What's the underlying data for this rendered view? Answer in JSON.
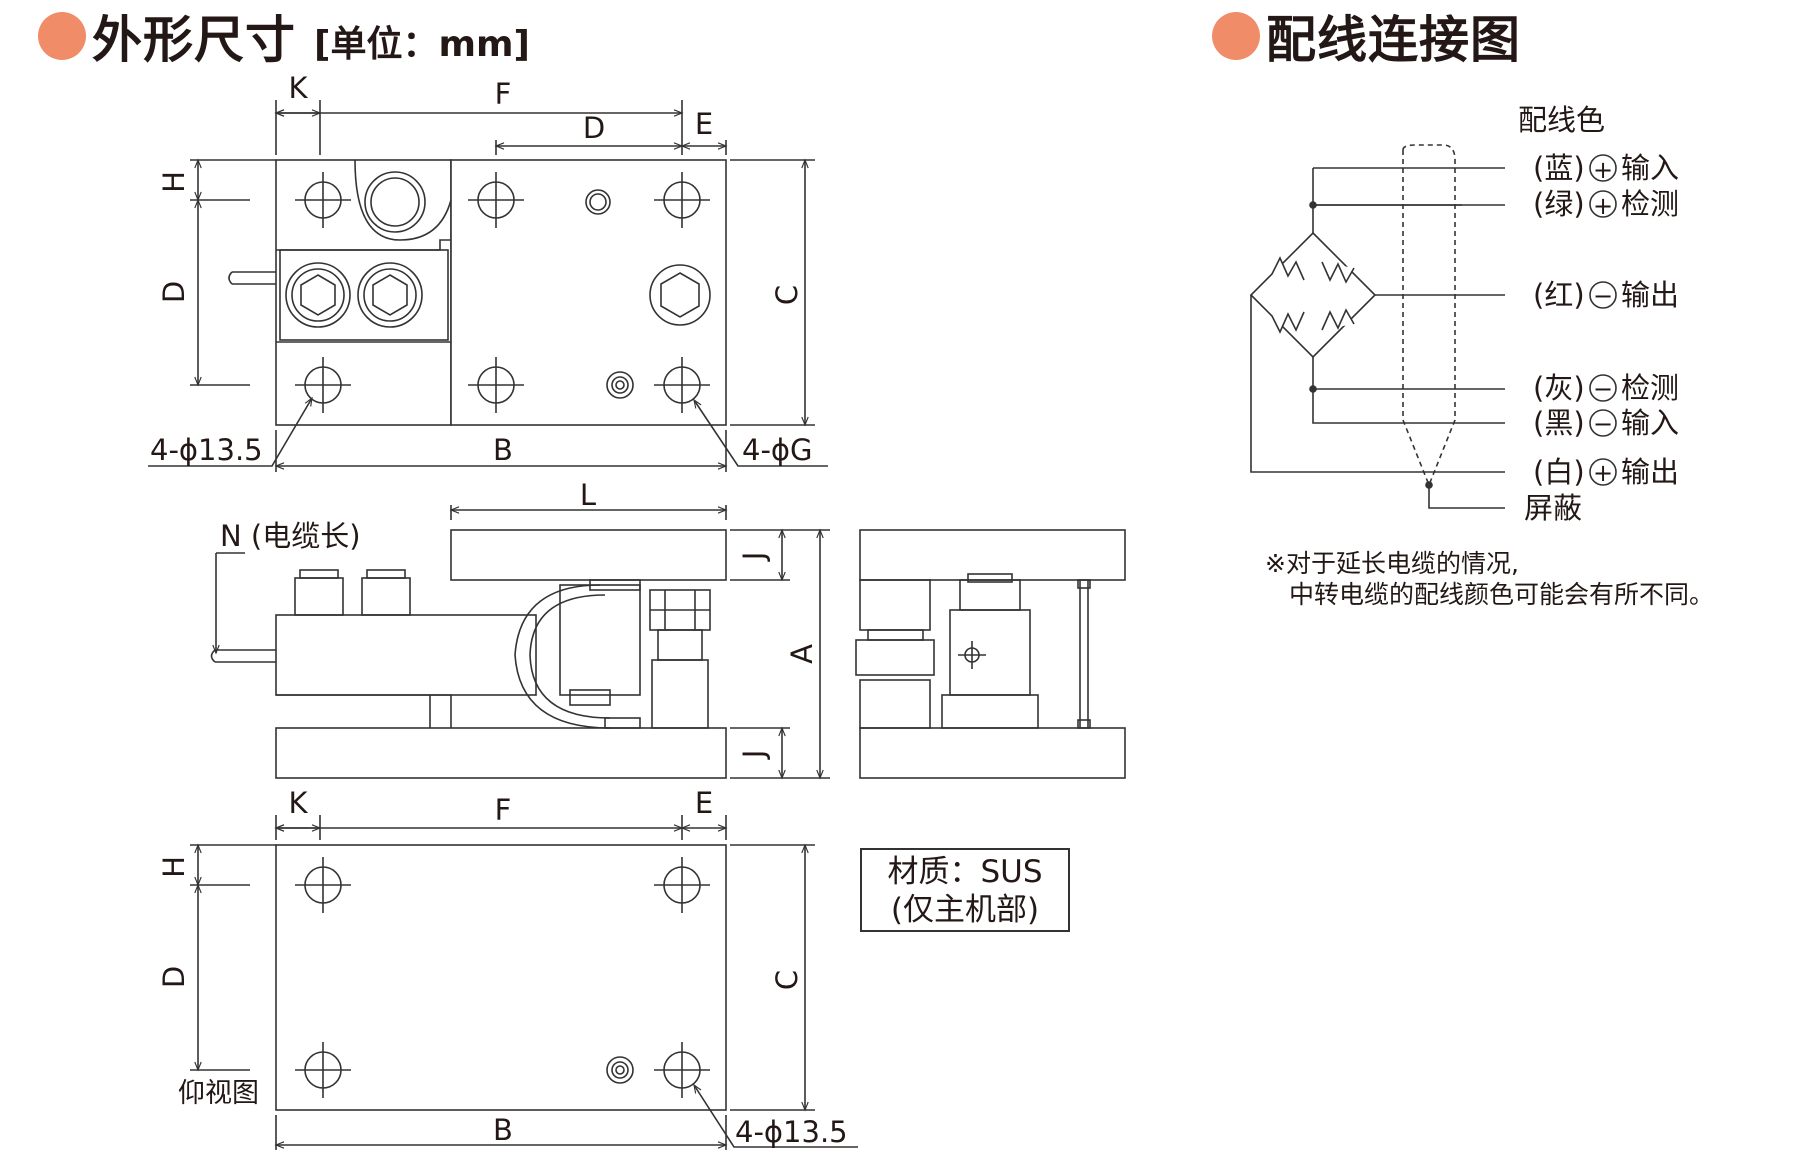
{
  "headings": {
    "dimensions_title": "外形尺寸",
    "dimensions_unit": "[单位：mm]",
    "wiring_title": "配线连接图"
  },
  "dimension_labels": {
    "K": "K",
    "F": "F",
    "D": "D",
    "E": "E",
    "H": "H",
    "C": "C",
    "B": "B",
    "L": "L",
    "J": "J",
    "A": "A",
    "hole_13_5": "4-ϕ13.5",
    "hole_G": "4-ϕG",
    "cable_length": "N (电缆长)",
    "bottom_view": "仰视图"
  },
  "material": {
    "line1": "材质：SUS",
    "line2": "(仅主机部)"
  },
  "wiring": {
    "color_header": "配线色",
    "wires": [
      {
        "color": "(蓝)",
        "sign": "+",
        "function": "输入"
      },
      {
        "color": "(绿)",
        "sign": "+",
        "function": "检测"
      },
      {
        "color": "(红)",
        "sign": "−",
        "function": "输出"
      },
      {
        "color": "(灰)",
        "sign": "−",
        "function": "检测"
      },
      {
        "color": "(黑)",
        "sign": "−",
        "function": "输入"
      },
      {
        "color": "(白)",
        "sign": "+",
        "function": "输出"
      }
    ],
    "shield": "屏蔽",
    "note_line1": "※对于延长电缆的情况,",
    "note_line2": "中转电缆的配线颜色可能会有所不同。"
  },
  "colors": {
    "accent_dot": "#f08c67",
    "line": "#333333"
  }
}
